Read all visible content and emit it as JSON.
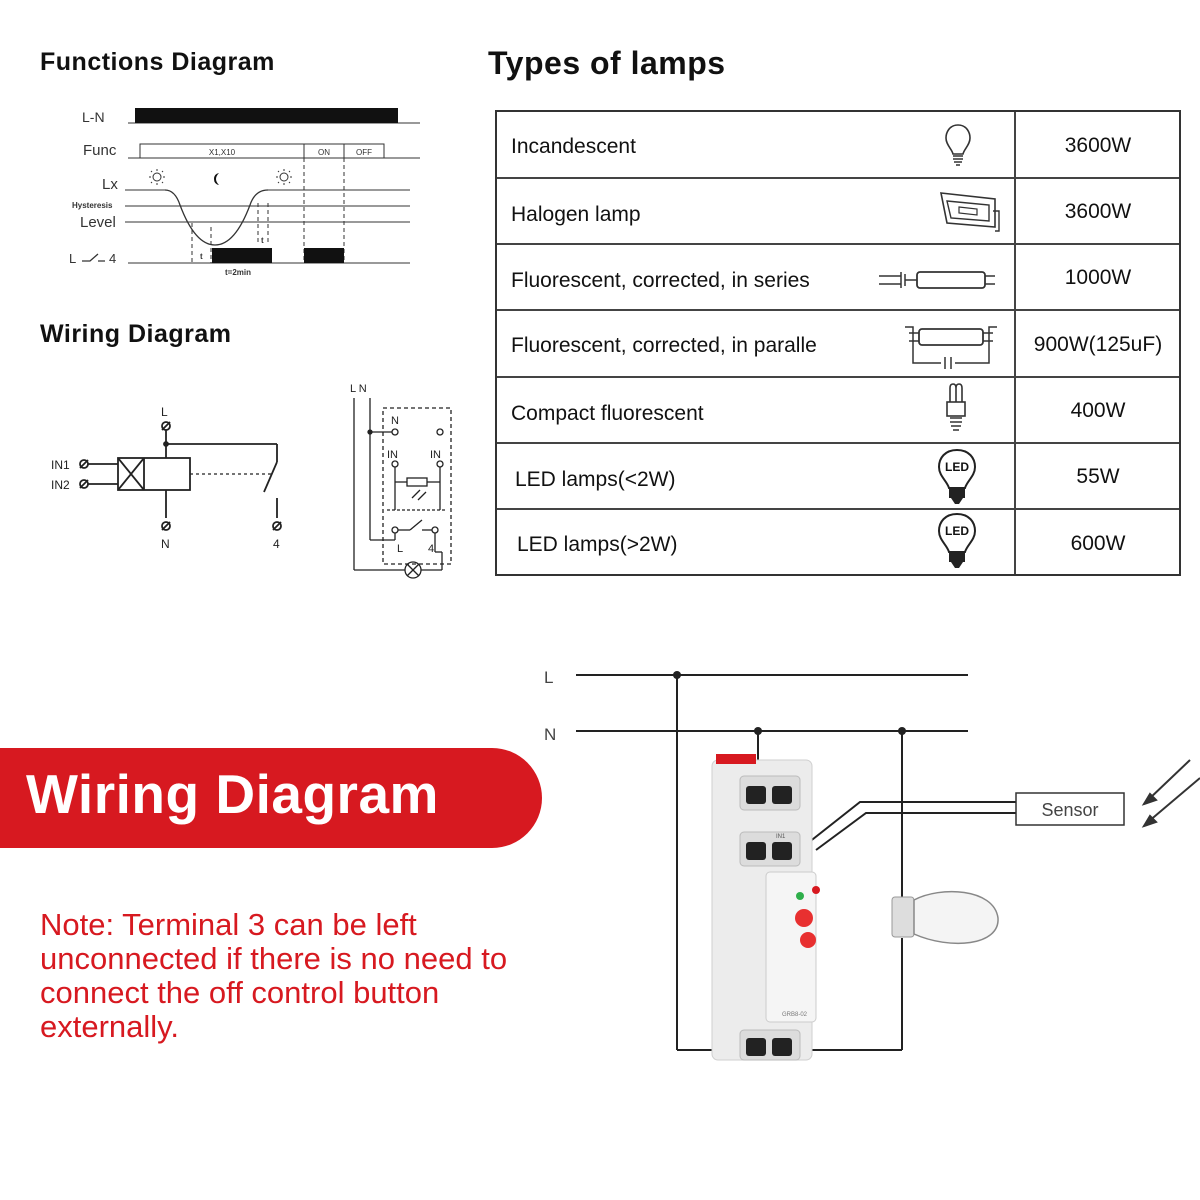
{
  "functions_diagram": {
    "title": "Functions Diagram",
    "row_labels": [
      "L-N",
      "Func",
      "Lx",
      "Hysteresis",
      "Level",
      "L",
      "4"
    ],
    "func_box_label": "X1,X10",
    "on_label": "ON",
    "off_label": "OFF",
    "t_label": "t",
    "t_label_2": "t",
    "t_value": "t=2min"
  },
  "wiring_diagram_small": {
    "title": "Wiring Diagram",
    "terminals": [
      "L",
      "IN1",
      "IN2",
      "N",
      "4"
    ],
    "right_labels": [
      "L N",
      "N",
      "IN",
      "IN",
      "L",
      "4"
    ]
  },
  "lamps": {
    "title": "Types of lamps",
    "rows": [
      {
        "name": "Incandescent",
        "watt": "3600W",
        "icon": "incandescent-bulb-icon"
      },
      {
        "name": "Halogen lamp",
        "watt": "3600W",
        "icon": "halogen-lamp-icon"
      },
      {
        "name": "Fluorescent, corrected, in series",
        "watt": "1000W",
        "icon": "fluorescent-tube-series-icon"
      },
      {
        "name": "Fluorescent, corrected, in paralle",
        "watt": "900W(125uF)",
        "icon": "fluorescent-tube-parallel-icon"
      },
      {
        "name": "Compact fluorescent",
        "watt": "400W",
        "icon": "compact-fluorescent-icon"
      },
      {
        "name": "LED lamps(<2W)",
        "watt": "55W",
        "icon": "led-bulb-icon"
      },
      {
        "name": "LED lamps(>2W)",
        "watt": "600W",
        "icon": "led-bulb-icon"
      }
    ]
  },
  "banner": {
    "title": "Wiring Diagram",
    "color": "#d71920"
  },
  "note": {
    "text": "Note: Terminal 3 can be left unconnected if there is no need to connect the off control button externally."
  },
  "device_wiring": {
    "line_labels": [
      "L",
      "N"
    ],
    "sensor_label": "Sensor",
    "in1_label": "IN1",
    "model_label": "GRB8-02"
  }
}
